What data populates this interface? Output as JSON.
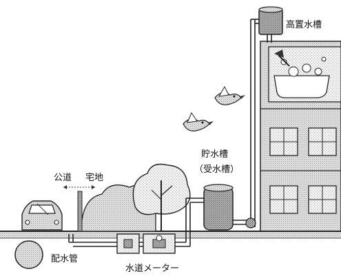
{
  "labels": {
    "high_tank": "高置水槽",
    "storage_tank": "貯水槽",
    "receiving_tank": "（受水槽）",
    "public_road": "公道",
    "residential_land": "宅地",
    "water_main": "配水管",
    "water_meter": "水道メーター"
  },
  "icons": [
    "car-icon",
    "bird-icon",
    "tree-icon",
    "bathtub-icon",
    "tank-icon"
  ],
  "colors": {
    "stroke": "#222222",
    "stipple_light": "#d6d6d6",
    "stipple_dark": "#9a9a9a",
    "background": "#ffffff"
  }
}
